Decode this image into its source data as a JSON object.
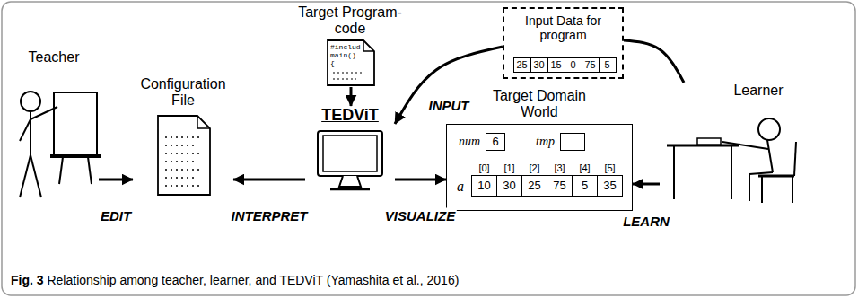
{
  "diagram": {
    "caption": "Fig. 3 Relationship among teacher, learner, and TEDViT (Yamashita et al., 2016)",
    "nodes": [
      {
        "text": [
          "Teacher"
        ]
      },
      {
        "text": [
          "Configuration File"
        ]
      },
      {
        "text": [
          "Target Program-code"
        ]
      },
      {
        "text": [
          "TEDViT"
        ]
      },
      {
        "text": [
          "Input Data for program"
        ]
      },
      {
        "text": [
          "25"
        ],
        "in": 4
      },
      {
        "text": [
          "30"
        ],
        "in": 4
      },
      {
        "text": [
          "15"
        ],
        "in": 4
      },
      {
        "text": [
          "0"
        ],
        "in": 4
      },
      {
        "text": [
          "75"
        ],
        "in": 4
      },
      {
        "text": [
          "5"
        ],
        "in": 4
      },
      {
        "text": [
          "Target Domain World"
        ]
      },
      {
        "text": [
          "num",
          "6"
        ],
        "in": 11
      },
      {
        "text": [
          "tmp"
        ],
        "in": 11
      },
      {
        "text": [
          "[0]",
          "10"
        ],
        "in": 11
      },
      {
        "text": [
          "[1]",
          "30"
        ],
        "in": 11
      },
      {
        "text": [
          "[2]",
          "25"
        ],
        "in": 11
      },
      {
        "text": [
          "[3]",
          "75"
        ],
        "in": 11
      },
      {
        "text": [
          "[4]",
          "5"
        ],
        "in": 11
      },
      {
        "text": [
          "[5]",
          "35"
        ],
        "in": 11
      },
      {
        "text": [
          "Learner"
        ]
      }
    ],
    "edges": [
      {
        "from": 0,
        "to": 1,
        "label": "EDIT",
        "arrow": "to"
      },
      {
        "from": 3,
        "to": 1,
        "label": "INTERPRET",
        "arrow": "to"
      },
      {
        "from": 2,
        "to": 3,
        "arrow": "to"
      },
      {
        "from": 4,
        "to": 3,
        "label": "INPUT",
        "arrow": "to"
      },
      {
        "from": 20,
        "to": 4,
        "arrow": "none"
      },
      {
        "from": 3,
        "to": 11,
        "label": "VISUALIZE",
        "arrow": "to"
      },
      {
        "from": 20,
        "to": 11,
        "label": "LEARN",
        "arrow": "to"
      }
    ],
    "labels": [
      "#includ",
      "main()",
      "{",
      "a"
    ]
  }
}
